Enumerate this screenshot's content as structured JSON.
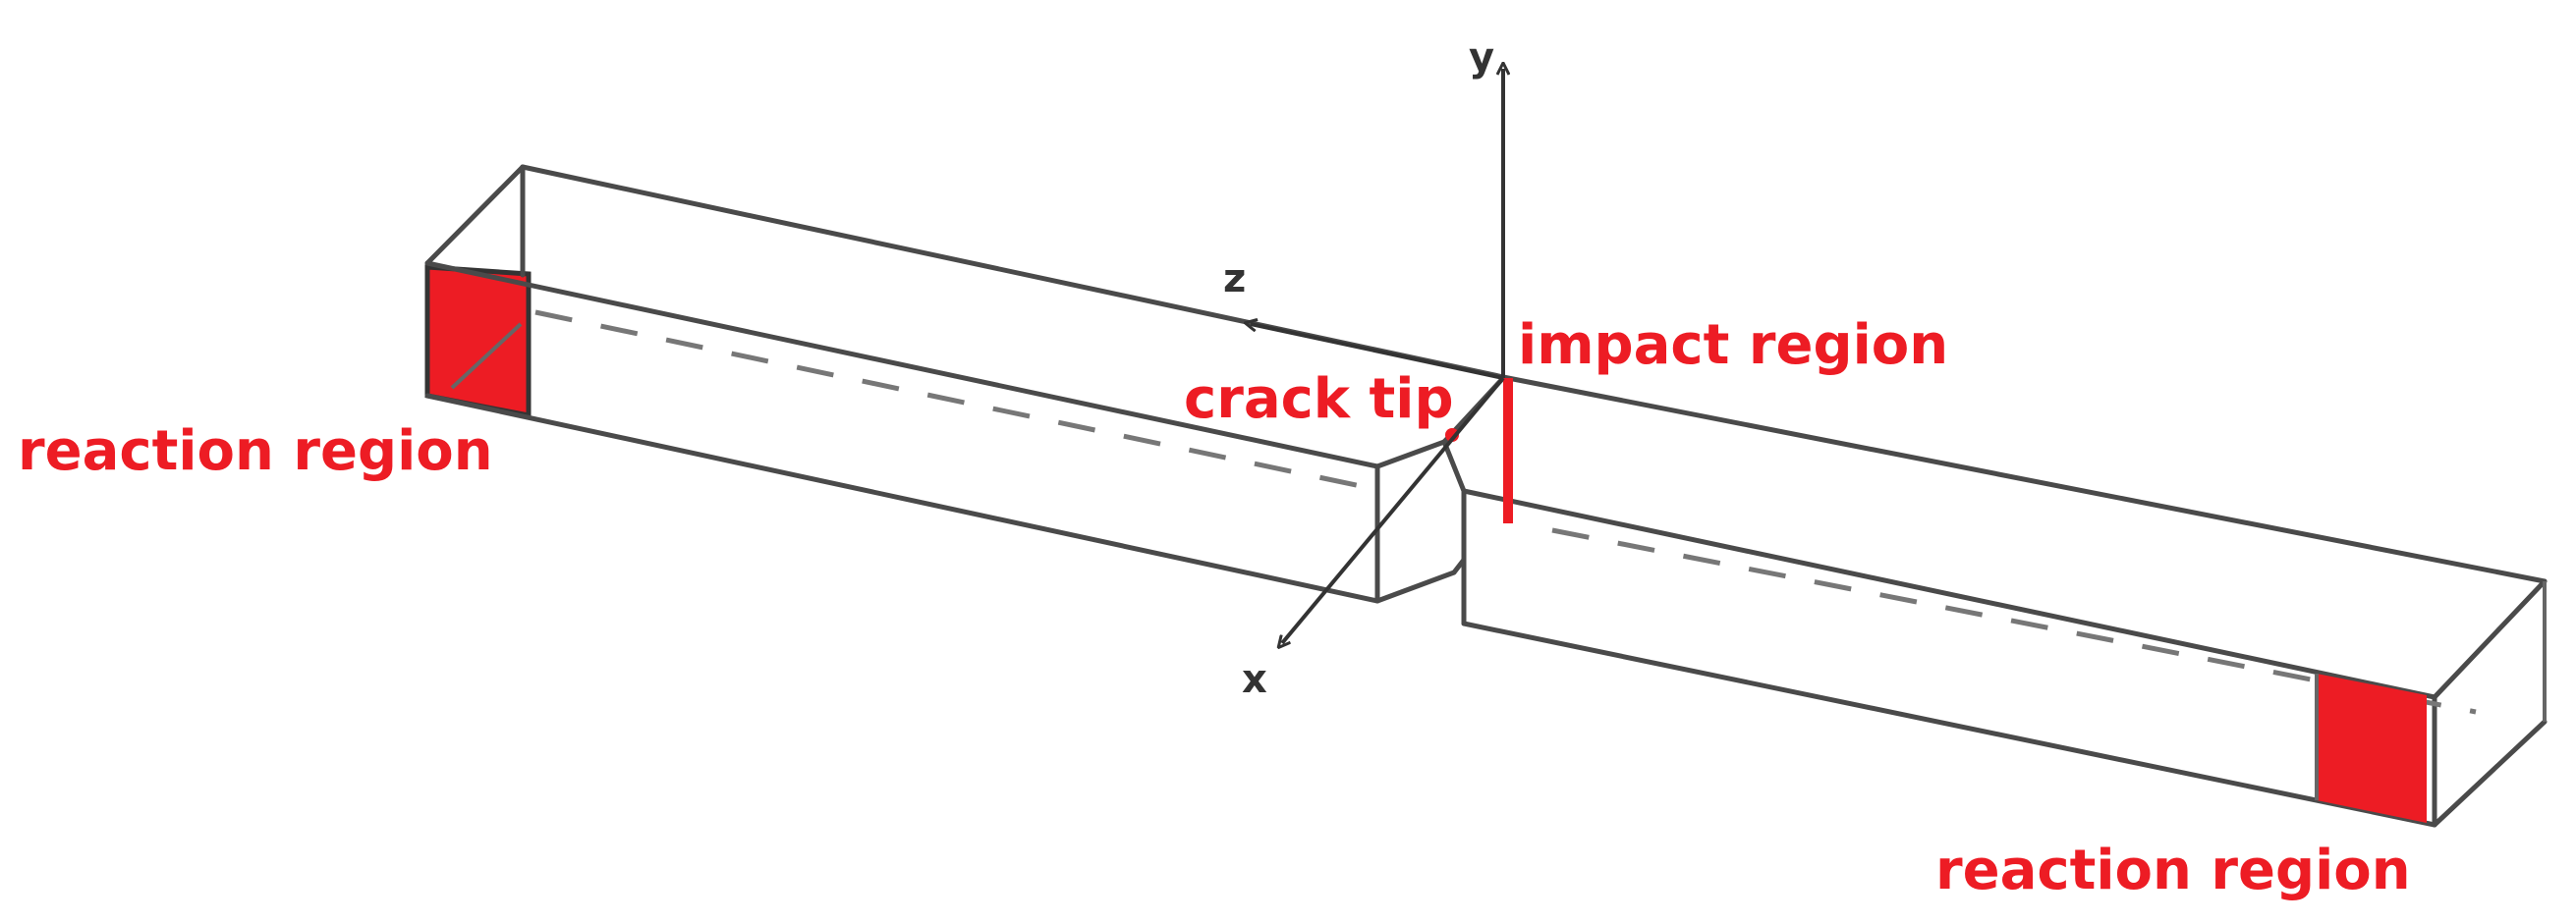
{
  "colors": {
    "accent": "#ed1c24",
    "lines": "#4a4a4a"
  },
  "labels": {
    "reaction_left": "reaction region",
    "reaction_right": "reaction region",
    "impact": "impact region",
    "crack_tip": "crack tip"
  },
  "axes": {
    "x": "x",
    "y": "y",
    "z": "z"
  }
}
